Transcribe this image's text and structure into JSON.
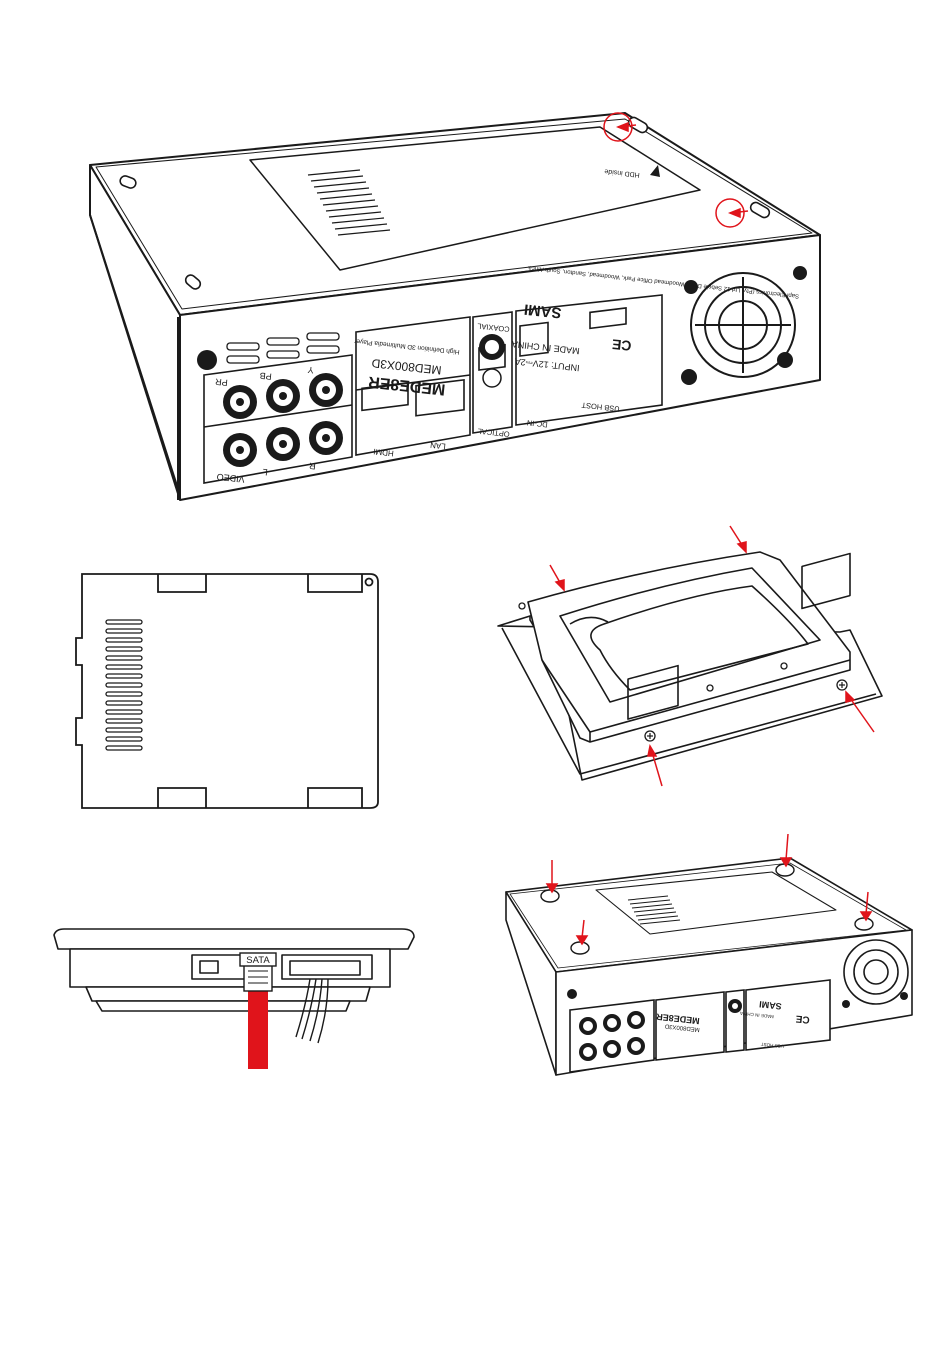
{
  "device_back": {
    "brand": "SAMI",
    "logo": "MEDE8ER",
    "model": "MED800X3D",
    "product_line": "High Definition 3D Multimedia Player",
    "made_in": "MADE IN CHINA",
    "input_rating": "INPUT: 12V⎓2A",
    "address": "Sapi Electronics (Pty) Ltd 12 Sebele Drive, Woodmead Office Park, Woodmead, Sandton, South Africa",
    "hdd_label": "HDD inside",
    "ports": {
      "pr": "PR",
      "pb": "PB",
      "y": "Y",
      "video": "VIDEO",
      "l": "L",
      "r": "R",
      "hdmi": "HDMI",
      "lan": "LAN",
      "coaxial": "COAXIAL",
      "optical": "OPTICAL",
      "dc_in": "DC-IN",
      "usb_host": "USB HOST"
    }
  },
  "cable": {
    "sata_label": "SATA"
  },
  "colors": {
    "accent_red": "#e0141b",
    "line": "#1a1a1a"
  }
}
